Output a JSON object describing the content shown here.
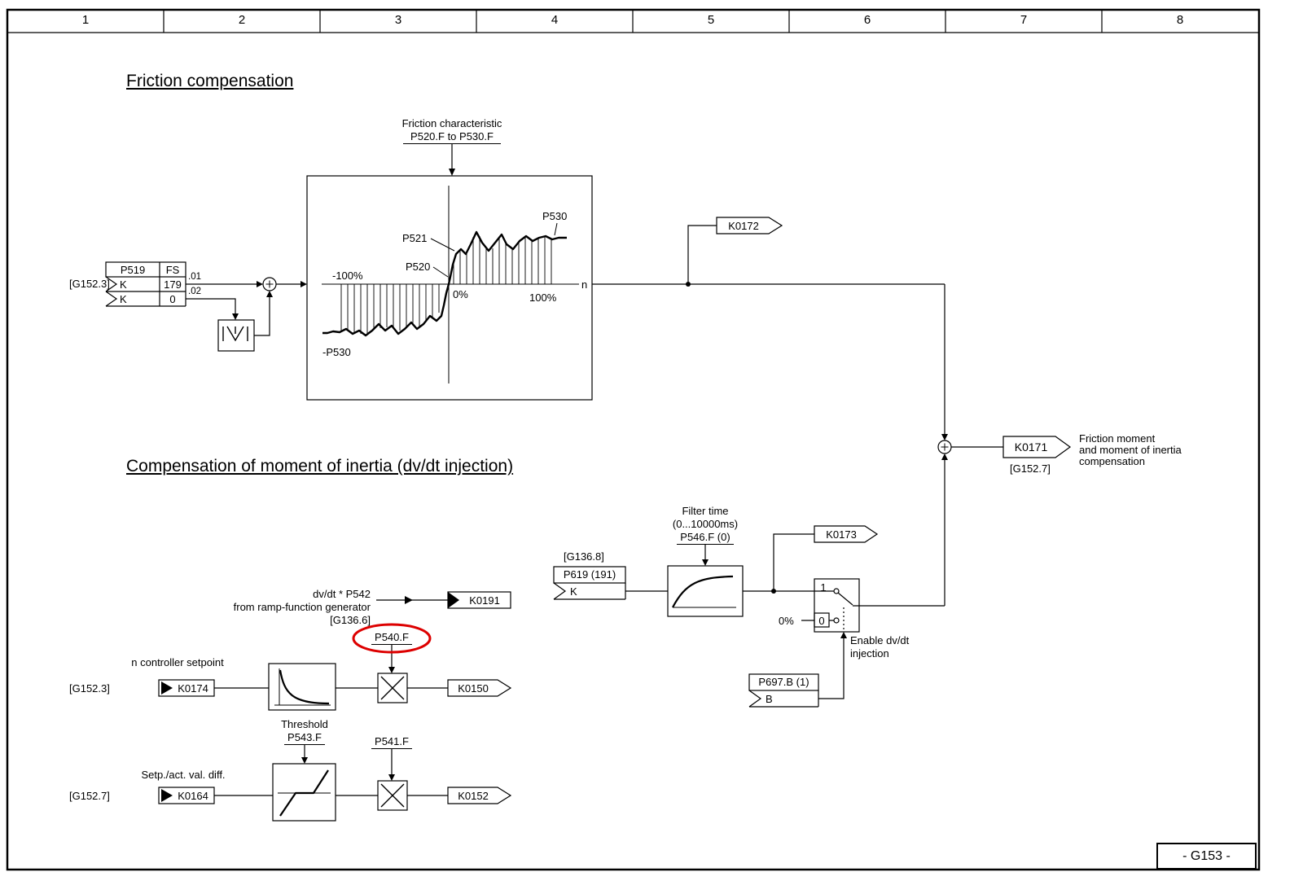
{
  "page": {
    "columns": [
      "1",
      "2",
      "3",
      "4",
      "5",
      "6",
      "7",
      "8"
    ],
    "doc_number": "- G153 -"
  },
  "friction": {
    "title": "Friction compensation",
    "char_label1": "Friction characteristic",
    "char_label2": "P520.F to P530.F",
    "graph": {
      "neg100": "-100%",
      "zero": "0%",
      "pos100": "100%",
      "axis_n": "n",
      "p530": "P530",
      "p521": "P521",
      "p520": "P520",
      "neg_p530": "-P530"
    },
    "input": {
      "ref": "[G152.3]",
      "p519": "P519",
      "fs": "FS",
      "k1": "K",
      "v1": "179",
      "idx1": ".01",
      "k2": "K",
      "v2": "0",
      "idx2": ".02"
    },
    "k0172": "K0172"
  },
  "output": {
    "k0171": "K0171",
    "ref": "[G152.7]",
    "line1": "Friction moment",
    "line2": "and moment of inertia",
    "line3": "compensation"
  },
  "inertia": {
    "title": "Compensation of moment of inertia (dv/dt injection)",
    "dvdt1": "dv/dt * P542",
    "dvdt2": "from ramp-function generator",
    "dvdt_ref": "[G136.6]",
    "k0191": "K0191",
    "p540": "P540.F",
    "n_setpoint": "n controller setpoint",
    "ref1": "[G152.3]",
    "k0174": "K0174",
    "k0150": "K0150",
    "threshold": "Threshold",
    "p543": "P543.F",
    "setp_diff": "Setp./act. val. diff.",
    "ref2": "[G152.7]",
    "k0164": "K0164",
    "p541": "P541.F",
    "k0152": "K0152",
    "filter1": "Filter time",
    "filter2": "(0...10000ms)",
    "filter3": "P546.F (0)",
    "ref3": "[G136.8]",
    "p619": "P619 (191)",
    "k_in": "K",
    "k0173": "K0173",
    "sw1": "1",
    "sw0": "0",
    "zero_pct": "0%",
    "enable1": "Enable dv/dt",
    "enable2": "injection",
    "p697": "P697.B (1)",
    "b_in": "B"
  }
}
